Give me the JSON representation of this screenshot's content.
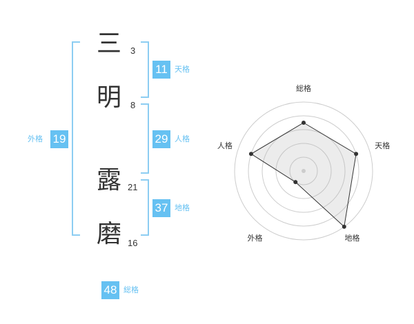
{
  "name_chars": [
    {
      "char": "三",
      "strokes": "3"
    },
    {
      "char": "明",
      "strokes": "8"
    },
    {
      "char": "露",
      "strokes": "21"
    },
    {
      "char": "磨",
      "strokes": "16"
    }
  ],
  "fortunes": {
    "tenkaku": {
      "value": "11",
      "label": "天格"
    },
    "jinkaku": {
      "value": "29",
      "label": "人格"
    },
    "chikaku": {
      "value": "37",
      "label": "地格"
    },
    "gaikaku": {
      "value": "19",
      "label": "外格"
    },
    "soukaku": {
      "value": "48",
      "label": "総格"
    }
  },
  "colors": {
    "accent": "#66c1f2",
    "bracket": "#8ccdf2"
  },
  "chart_data": {
    "type": "radar",
    "axes": [
      "総格",
      "天格",
      "地格",
      "外格",
      "人格"
    ],
    "values": [
      3.5,
      4,
      5,
      1,
      4
    ],
    "max": 5,
    "rings": 5
  }
}
